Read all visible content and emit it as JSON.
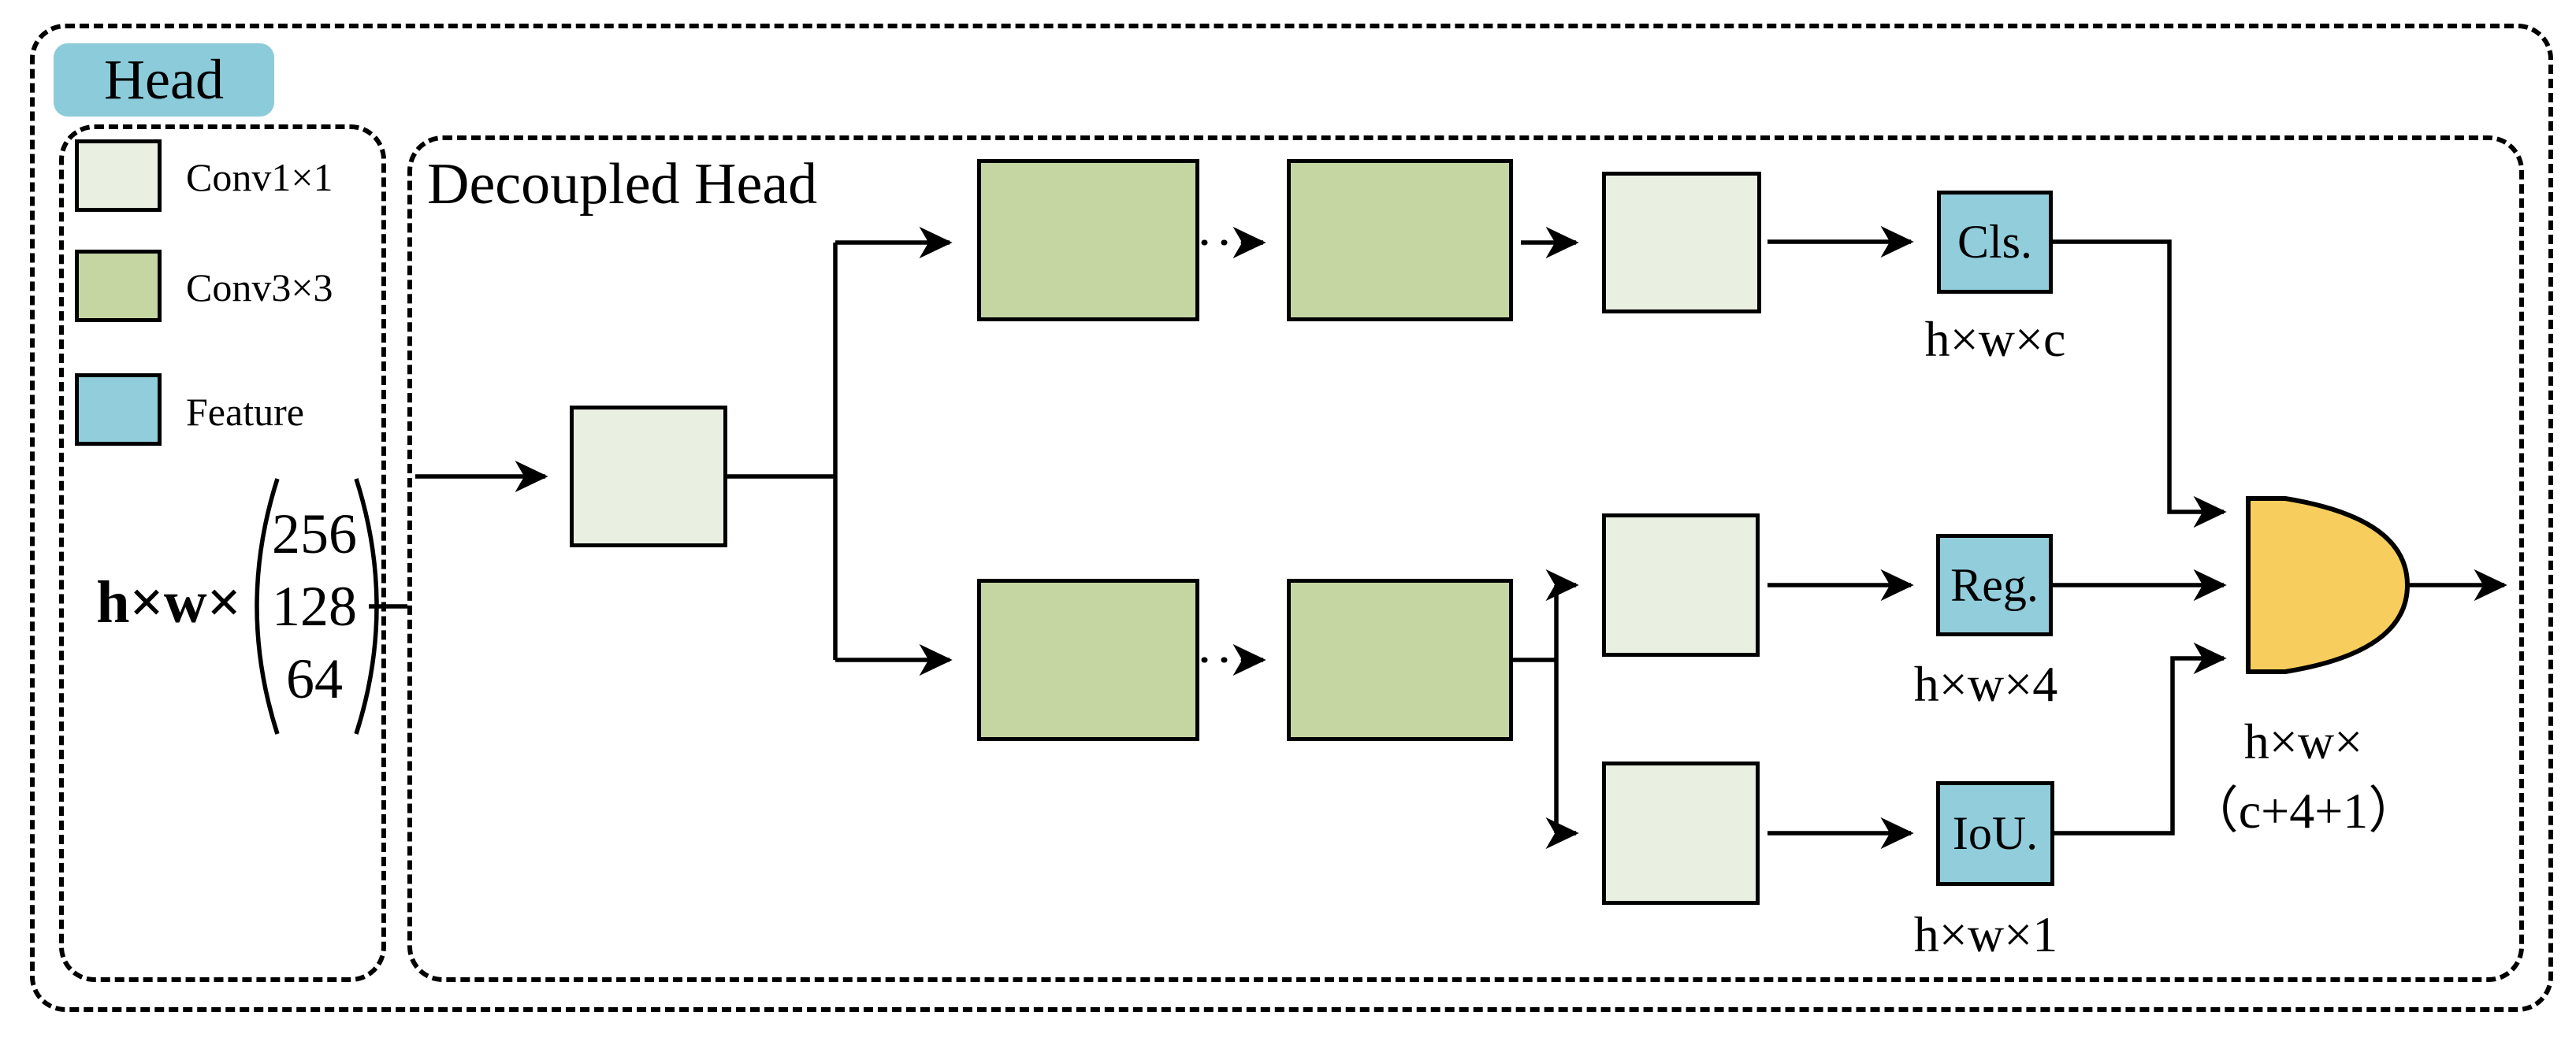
{
  "diagram": {
    "head_tag": "Head",
    "decoupled_title": "Decoupled Head",
    "legend": {
      "items": [
        {
          "label": "Conv1×1",
          "color": "#E9EFE1"
        },
        {
          "label": "Conv3×3",
          "color": "#C5D6A2"
        },
        {
          "label": "Feature",
          "color": "#92CDDC"
        }
      ]
    },
    "input": {
      "prefix": "h×w×",
      "channels": [
        "256",
        "128",
        "64"
      ]
    },
    "outputs": {
      "cls": {
        "label": "Cls.",
        "dims": "h×w×c"
      },
      "reg": {
        "label": "Reg.",
        "dims": "h×w×4"
      },
      "iou": {
        "label": "IoU.",
        "dims": "h×w×1"
      }
    },
    "concat": {
      "dims_line1": "h×w×",
      "dims_line2": "（c+4+1）",
      "color": "#F7CE5E"
    },
    "colors": {
      "head_tag": "#8BCBDA",
      "conv1x1": "#E9EFE1",
      "conv3x3": "#C5D6A2",
      "feature": "#92CDDC",
      "line": "#000000"
    }
  }
}
